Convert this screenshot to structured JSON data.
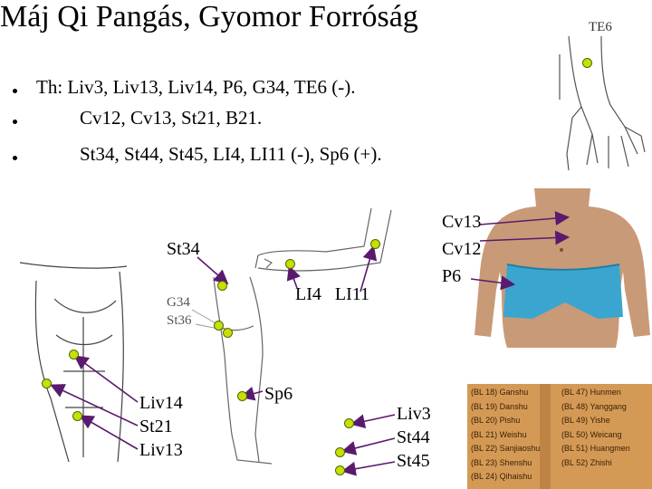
{
  "title": "Máj Qi Pangás, Gyomor Forróság",
  "bullets": [
    "Th: Liv3, Liv13, Liv14, P6, G34, TE6 (-).",
    "Cv12, Cv13, St21, B21.",
    "St34, St44, St45, LI4, LI11 (-), Sp6 (+)."
  ],
  "labels": {
    "te6": "TE6",
    "st34": "St34",
    "li4_li11": "LI4   LI11",
    "cv13": "Cv13",
    "cv12": "Cv12",
    "p6": "P6",
    "g34": "G34",
    "st36": "St36",
    "liv14": "Liv14",
    "st21": "St21",
    "liv13": "Liv13",
    "sp6": "Sp6",
    "liv3": "Liv3",
    "st44": "St44",
    "st45": "St45"
  },
  "chart_rows_left": [
    "(BL 18) Ganshu",
    "(BL 19) Danshu",
    "(BL 20) Pishu",
    "(BL 21) Weishu",
    "(BL 22) Sanjiaoshu",
    "(BL 23) Shenshu",
    "(BL 24) Qihaishu"
  ],
  "chart_rows_right": [
    "(BL 47) Hunmen",
    "(BL 48) Yanggang",
    "(BL 49) Yishe",
    "(BL 50) Weicang",
    "(BL 51) Huangmen",
    "(BL 52) Zhishi",
    ""
  ],
  "colors": {
    "point_fill": "#c8e000",
    "arrow": "#5a1a6e",
    "skin": "#c99a77",
    "shorts": "#3aa6cf"
  }
}
